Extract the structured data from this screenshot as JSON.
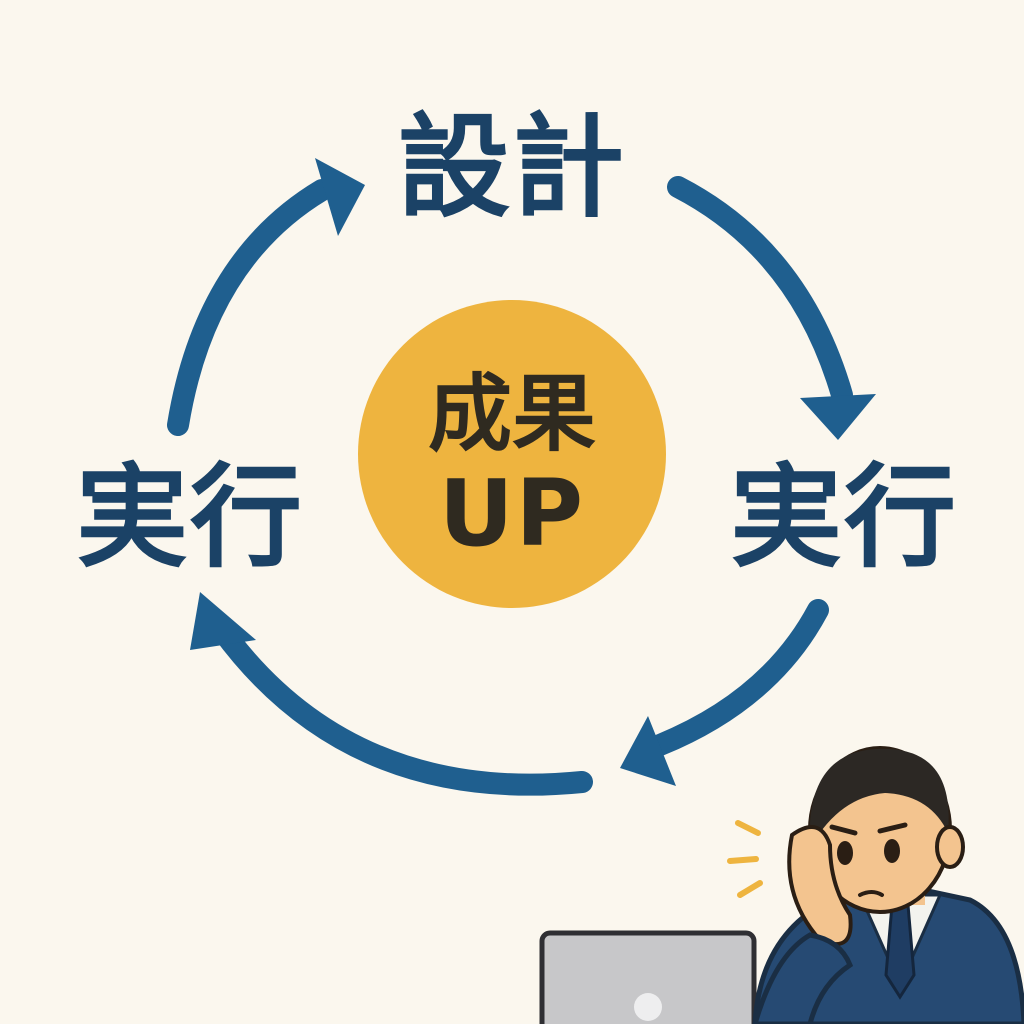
{
  "cycle": {
    "steps": [
      {
        "label": "設計"
      },
      {
        "label": "実行"
      },
      {
        "label": "実行"
      }
    ],
    "center": {
      "line1": "成果",
      "line2": "UP"
    }
  },
  "colors": {
    "background": "#fbf7ee",
    "arrow": "#1f5f8f",
    "label": "#1b4266",
    "center_fill": "#eeb43f",
    "center_text": "#2f2a20",
    "suit": "#264a73",
    "laptop": "#c7c7c9"
  },
  "icons": {
    "arrows": [
      "arrow-top-right-icon",
      "arrow-bottom-right-icon",
      "arrow-bottom-left-icon",
      "arrow-left-icon"
    ],
    "illustration": "worried-businessman-icon",
    "device": "laptop-icon"
  }
}
